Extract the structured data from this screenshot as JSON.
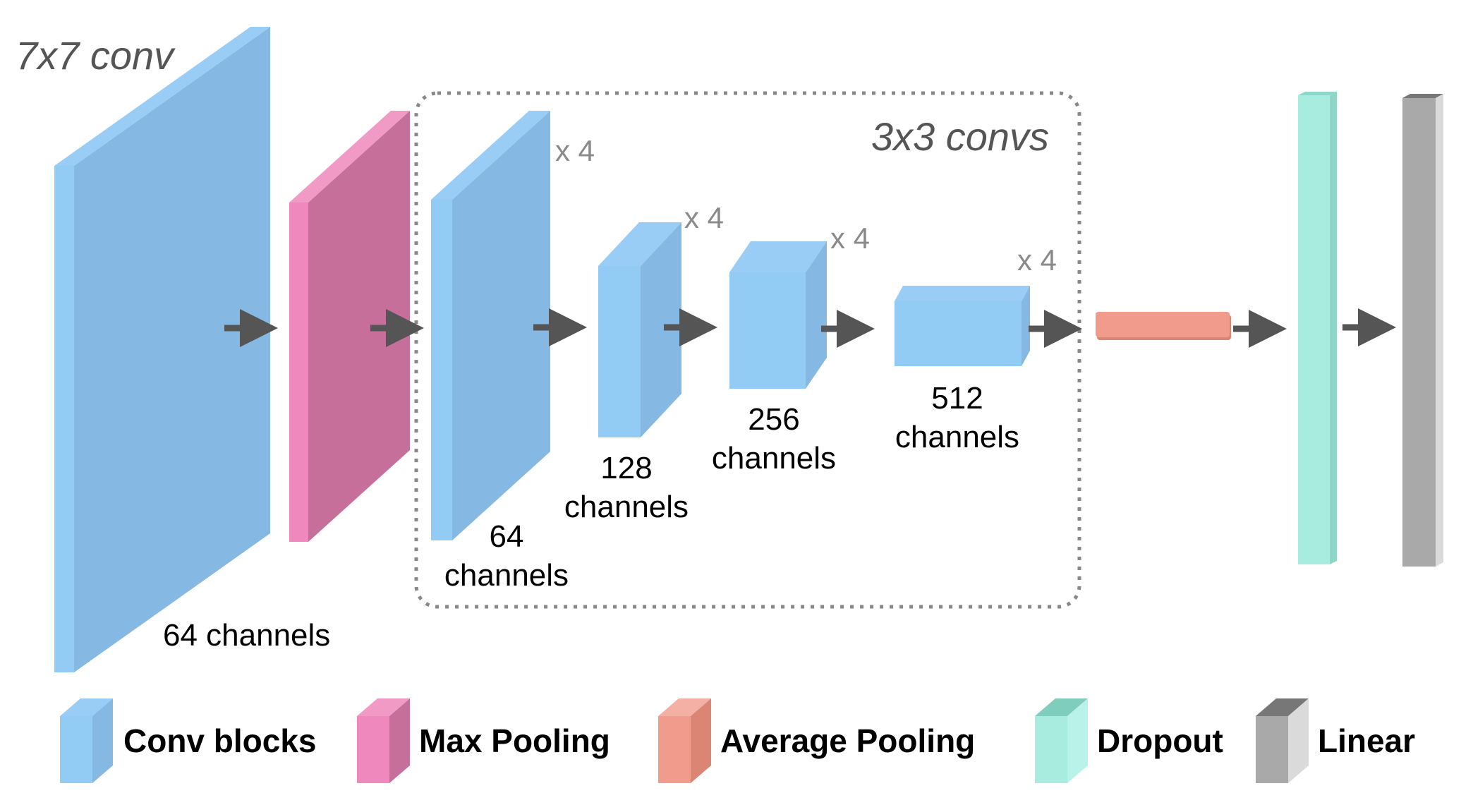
{
  "colors": {
    "conv": "#85b8e2",
    "conv_front": "#92ccf4",
    "conv_top": "#9acdf5",
    "pool": "#c66f9a",
    "pool_front": "#ee88bd",
    "pool_top": "#f19ac6",
    "avgpool": "#f19b8c",
    "avgpool_side": "#db8575",
    "dropout": "#a8ece0",
    "dropout_side": "#8ed6c8",
    "linear": "#a9a9a9",
    "linear_side": "#dadada",
    "arrow": "#555555",
    "dashed_box": "#888888"
  },
  "annotations": {
    "first_conv": "7x7 conv",
    "group_label": "3x3 convs",
    "repeat_1": "x 4",
    "repeat_2": "x 4",
    "repeat_3": "x 4",
    "repeat_4": "x 4"
  },
  "channel_labels": {
    "first": "64 channels",
    "stage1_num": "64",
    "stage1_word": "channels",
    "stage2_num": "128",
    "stage2_word": "channels",
    "stage3_num": "256",
    "stage3_word": "channels",
    "stage4_num": "512",
    "stage4_word": "channels"
  },
  "legend": [
    {
      "label": "Conv blocks",
      "icon": "conv-block-icon"
    },
    {
      "label": "Max Pooling",
      "icon": "max-pooling-icon"
    },
    {
      "label": "Average Pooling",
      "icon": "average-pooling-icon"
    },
    {
      "label": "Dropout",
      "icon": "dropout-icon"
    },
    {
      "label": "Linear",
      "icon": "linear-icon"
    }
  ]
}
